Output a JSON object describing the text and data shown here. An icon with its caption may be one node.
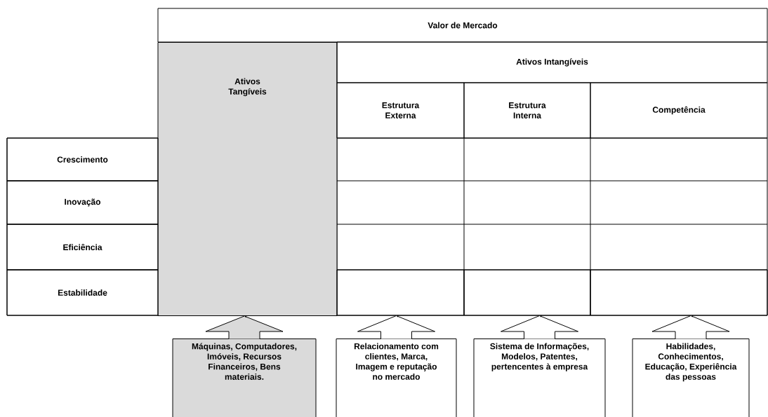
{
  "diagram": {
    "nodes": [
      {
        "text": [
          "Valor de Mercado"
        ]
      },
      {
        "text": [
          "Ativos Tangíveis"
        ]
      },
      {
        "text": [
          "Ativos Intangíveis"
        ]
      },
      {
        "text": [
          "Estrutura Externa"
        ]
      },
      {
        "text": [
          "Estrutura Interna"
        ]
      },
      {
        "text": [
          "Competência"
        ]
      },
      {
        "text": [
          "Crescimento"
        ]
      },
      {
        "text": [
          "Inovação"
        ]
      },
      {
        "text": [
          "Eficiência"
        ]
      },
      {
        "text": [
          "Estabilidade"
        ]
      },
      {
        "text": [],
        "shape": "box"
      },
      {
        "text": [],
        "shape": "box"
      },
      {
        "text": [],
        "shape": "box"
      },
      {
        "text": [
          "Máquinas, Computadores, Imóveis, Recursos Financeiros, Bens materiais."
        ]
      },
      {
        "text": [
          "Relacionamento com clientes, Marca, Imagem e reputação no mercado"
        ]
      },
      {
        "text": [
          "Sistema de Informações, Modelos, Patentes, pertencentes à empresa"
        ]
      },
      {
        "text": [
          "Habilidades, Conhecimentos, Educação, Experiência das pessoas"
        ]
      }
    ],
    "edges": [
      {
        "from": 13,
        "to": 1,
        "arrow": "to"
      },
      {
        "from": 14,
        "to": 10,
        "arrow": "to"
      },
      {
        "from": 15,
        "to": 11,
        "arrow": "to"
      },
      {
        "from": 16,
        "to": 12,
        "arrow": "to"
      }
    ]
  }
}
